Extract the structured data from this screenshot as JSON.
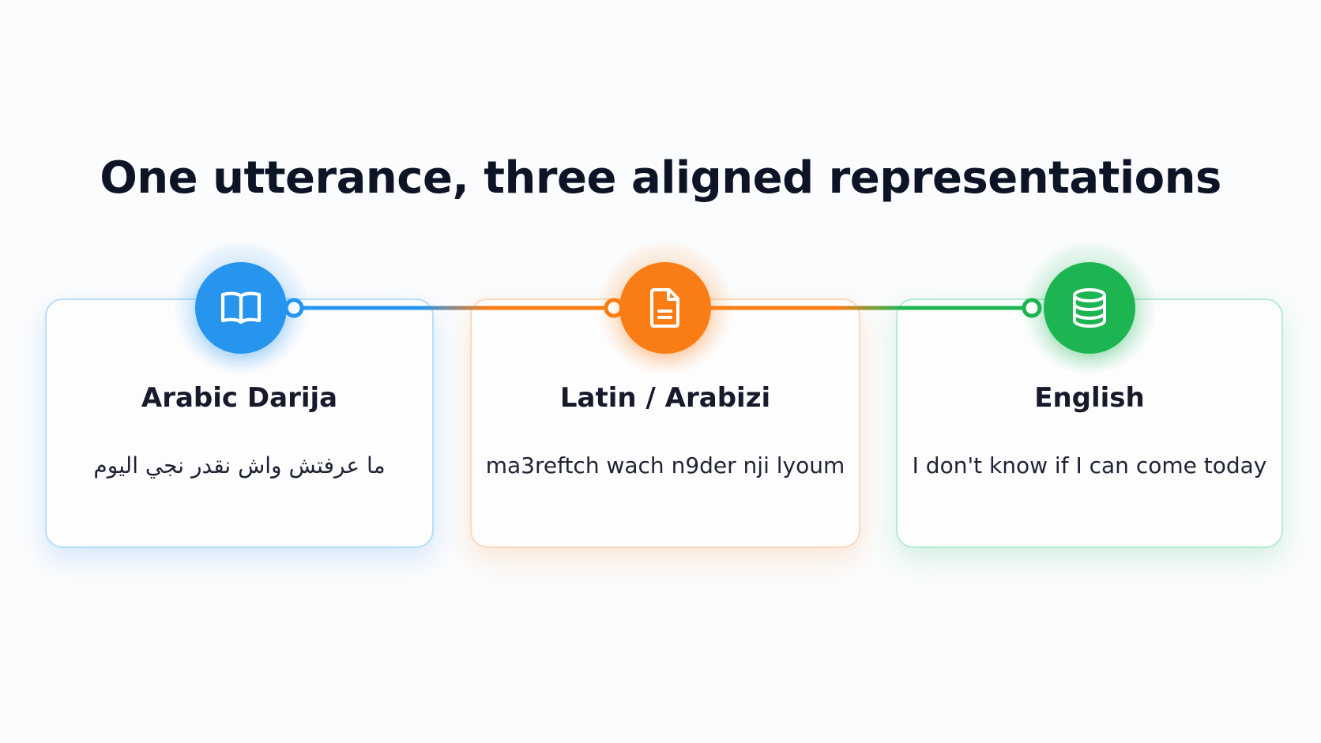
{
  "title": "One utterance, three aligned representations",
  "colors": {
    "blue": "#2795ed",
    "orange": "#f97d14",
    "green": "#1cb552",
    "title": "#0d1426"
  },
  "cards": [
    {
      "label": "Arabic Darija",
      "text": "ما عرفتش واش نقدر نجي اليوم",
      "icon": "book-icon",
      "color": "blue"
    },
    {
      "label": "Latin / Arabizi",
      "text": "ma3reftch wach n9der nji lyoum",
      "icon": "document-icon",
      "color": "orange"
    },
    {
      "label": "English",
      "text": "I don't know if I can come today",
      "icon": "database-icon",
      "color": "green"
    }
  ]
}
